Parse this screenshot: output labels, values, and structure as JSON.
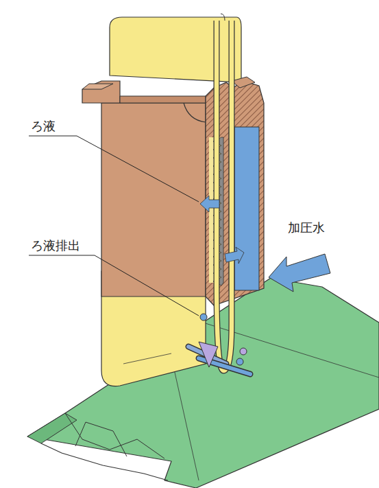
{
  "diagram": {
    "labels": [
      "ろ液",
      "ろ液排出",
      "加圧水"
    ]
  }
}
